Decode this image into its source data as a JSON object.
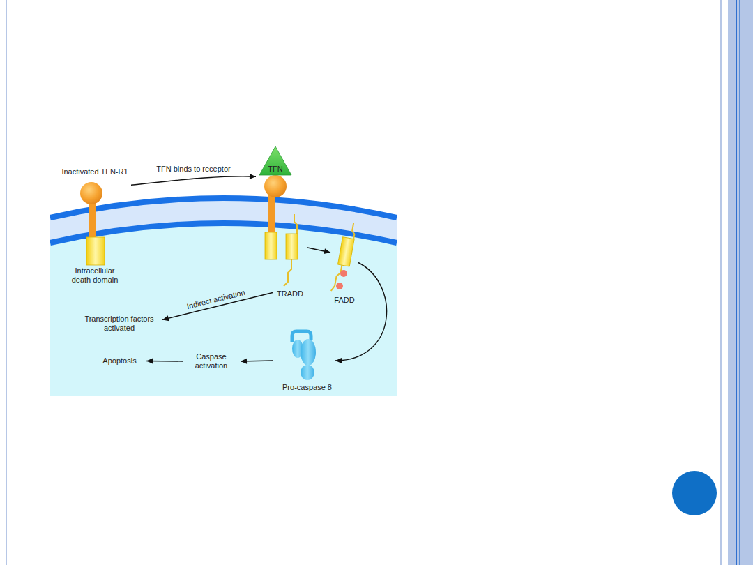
{
  "diagram": {
    "nodes": [
      {
        "text": [
          "Inactivated TFN-R1",
          "Intracellular death domain"
        ]
      },
      {
        "text": [
          "TFN"
        ]
      },
      {
        "text": [
          "TRADD"
        ]
      },
      {
        "text": [
          "FADD"
        ]
      },
      {
        "text": [
          "Pro-caspase 8"
        ]
      },
      {
        "text": [
          "Caspase activation"
        ]
      },
      {
        "text": [
          "Apoptosis"
        ]
      },
      {
        "text": [
          "Transcription factors activated"
        ]
      }
    ],
    "edges": [
      {
        "from": 0,
        "to": 1,
        "label": "TFN binds to receptor",
        "arrow": "to"
      },
      {
        "from": 2,
        "to": 3,
        "arrow": "to"
      },
      {
        "from": 3,
        "to": 4,
        "arrow": "to"
      },
      {
        "from": 4,
        "to": 5,
        "arrow": "to"
      },
      {
        "from": 5,
        "to": 6,
        "arrow": "to"
      },
      {
        "from": 2,
        "to": 7,
        "label": "Indirect activation",
        "arrow": "to"
      }
    ]
  }
}
